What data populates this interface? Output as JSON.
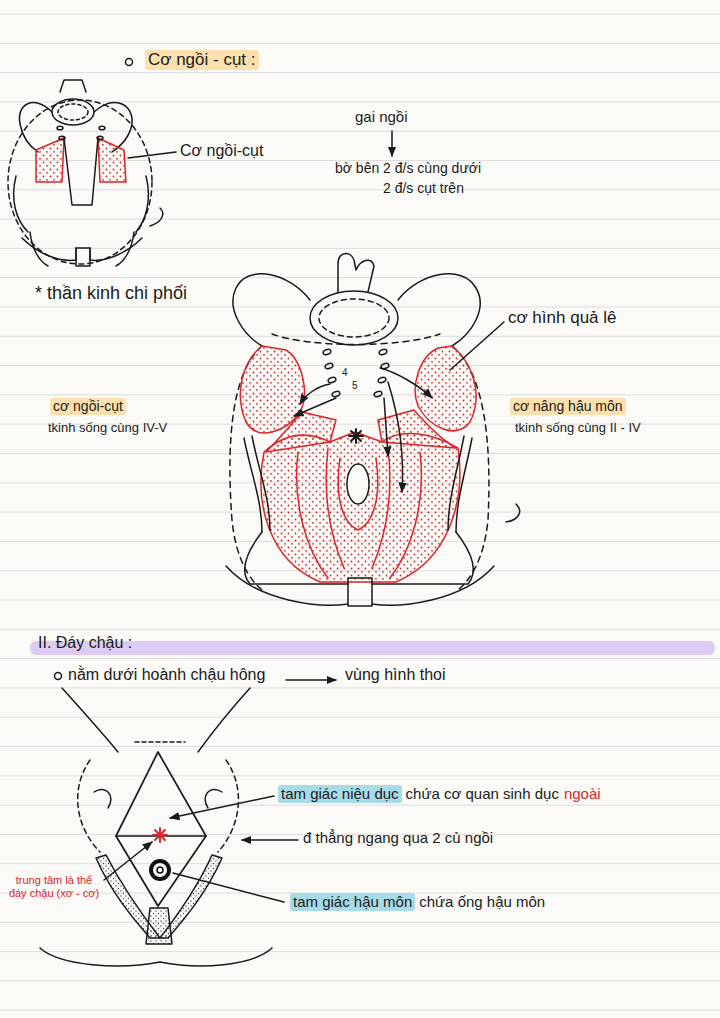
{
  "diagram": {
    "labels": [
      "Cơ ngồi - cụt :",
      "Cơ ngồi-cụt",
      "gai ngồi",
      "bờ bên 2 đ/s cùng dưới",
      "2 đ/s cụt trên",
      "* thần kinh chi phối",
      "cơ hình quả lê",
      "cơ ngồi-cụt",
      "tkinh sống cùng IV-V",
      "cơ nâng hậu môn",
      "tkinh sống cùng II - IV",
      "4",
      "5",
      "II. Đáy chậu :",
      "nằm dưới hoành chậu hông",
      "vùng hình thoi",
      "tam giác niệu dục",
      "chứa cơ quan sinh dục",
      "ngoài",
      "đ thẳng ngang qua 2 củ ngồi",
      "tam giác hậu môn",
      "chứa ống hậu môn",
      "trung tâm là thể đáy chậu (xơ - cơ)"
    ]
  }
}
